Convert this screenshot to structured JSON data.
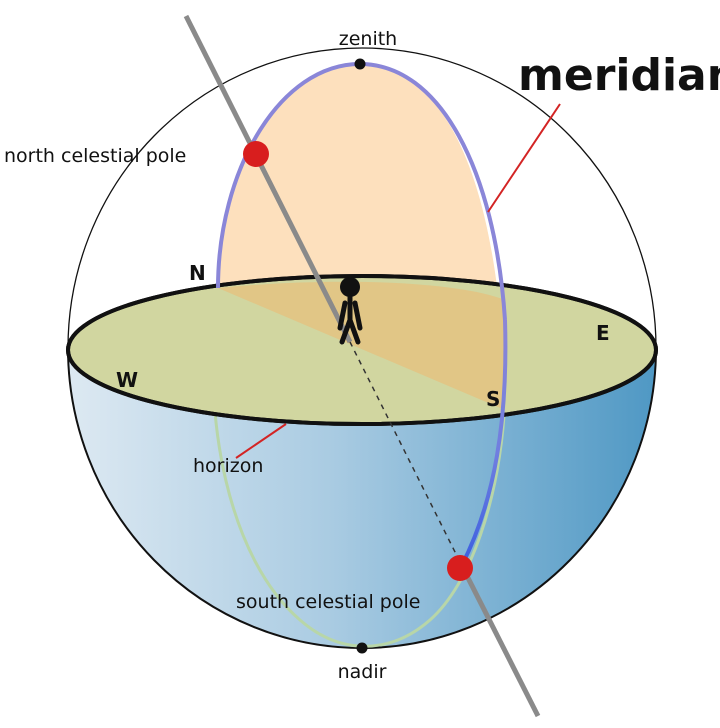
{
  "labels": {
    "zenith": "zenith",
    "nadir": "nadir",
    "meridian": "meridian",
    "north_celestial_pole": "north celestial pole",
    "south_celestial_pole": "south celestial pole",
    "horizon": "horizon"
  },
  "directions": {
    "north": "N",
    "south": "S",
    "east": "E",
    "west": "W"
  },
  "colors": {
    "meridian_line": "#7b7fd6",
    "meridian_fill": "#fde0bd",
    "horizon_fill": "#d1d6a0",
    "hemisphere_light": "#dbe9f3",
    "hemisphere_dark": "#4e97c3",
    "pole_marker": "#d81e1e",
    "axis": "#8a8a8a",
    "pointer": "#d32424"
  }
}
